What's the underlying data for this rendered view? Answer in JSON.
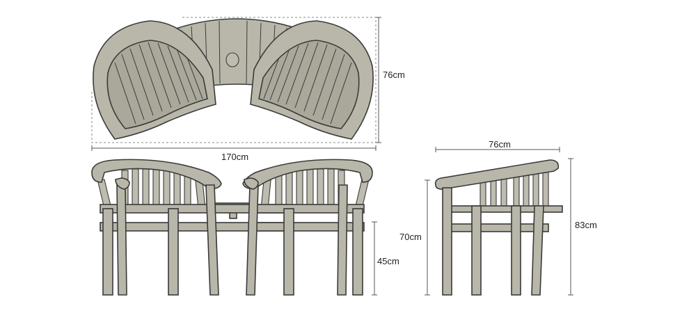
{
  "dimensions": {
    "top_depth": "76cm",
    "overall_width": "170cm",
    "side_depth": "76cm",
    "arm_height": "70cm",
    "seat_height": "45cm",
    "overall_height": "83cm"
  }
}
